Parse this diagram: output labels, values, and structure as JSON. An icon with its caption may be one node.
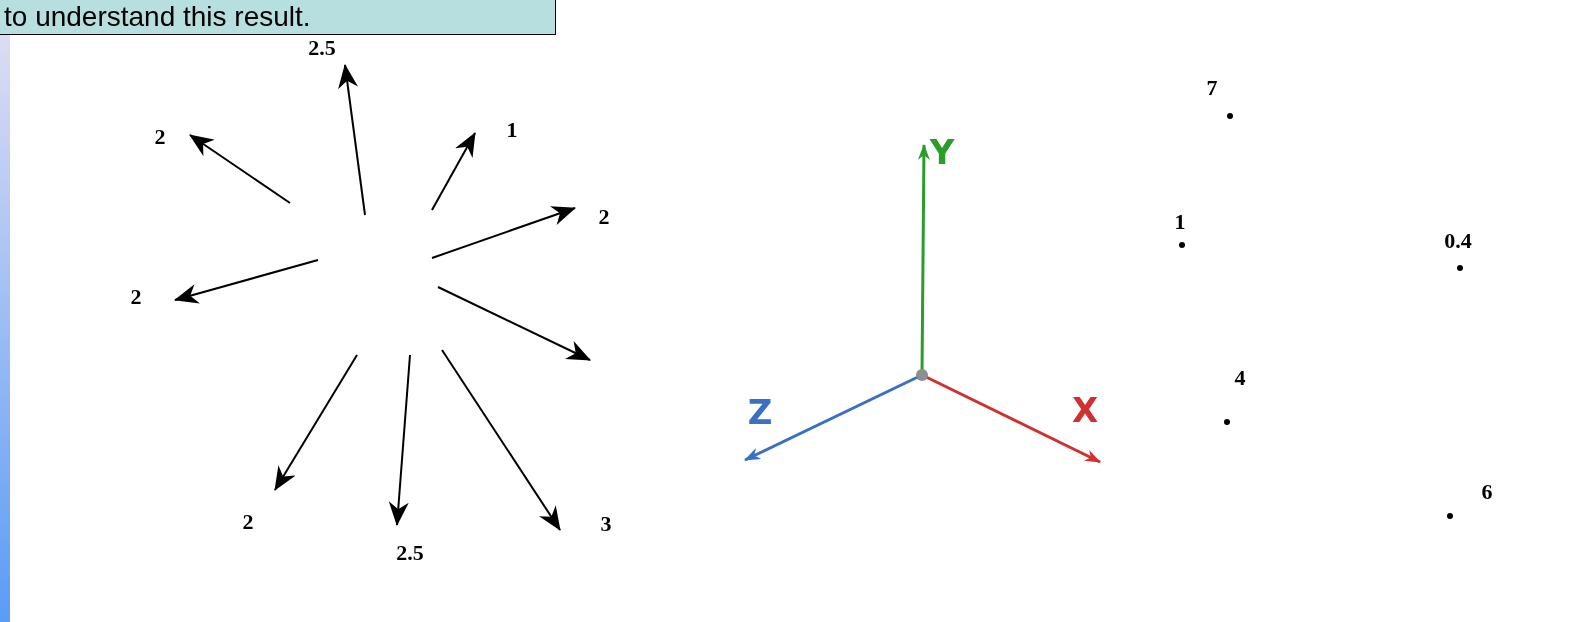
{
  "diagram": {
    "nodes": [
      {
        "text": [
          "to understand this result."
        ]
      }
    ],
    "labels": [
      "2.5",
      "7",
      "2",
      "1",
      "Y",
      "2",
      "1",
      "0.4",
      "2",
      "4",
      "Z",
      "X",
      "6",
      "2",
      "3",
      "2.5"
    ]
  }
}
